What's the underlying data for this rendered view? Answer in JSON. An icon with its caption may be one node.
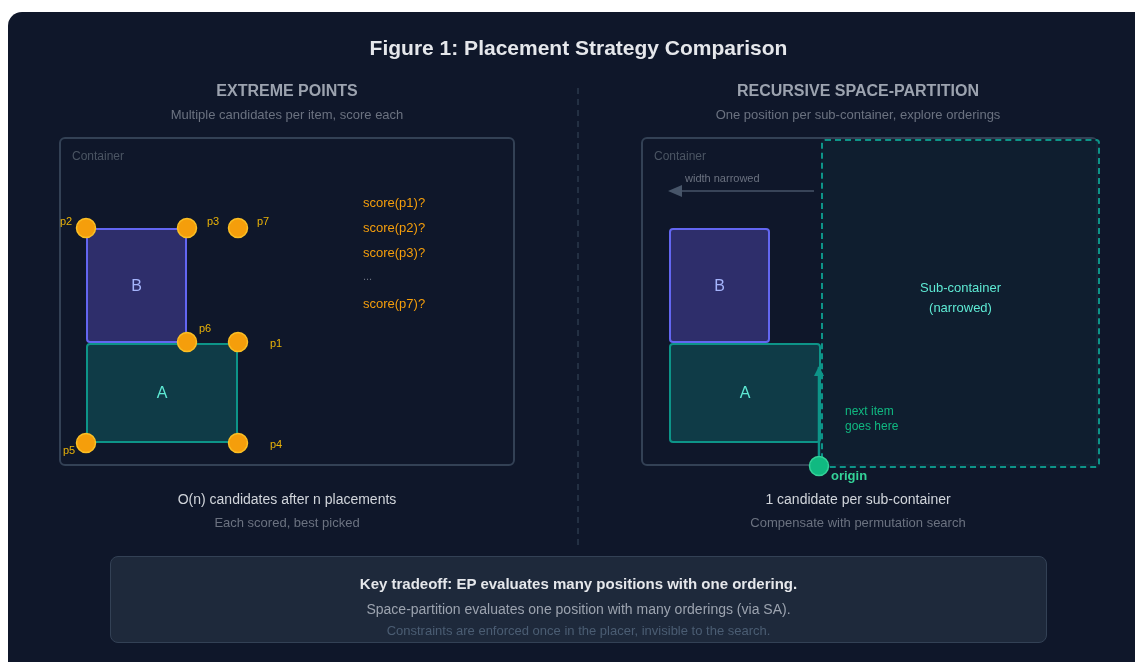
{
  "diagram": {
    "title": "Figure 1: Placement Strategy Comparison",
    "nodes": [
      {
        "text": [
          "Container"
        ]
      },
      {
        "text": [
          "B"
        ],
        "in": 0
      },
      {
        "text": [
          "A"
        ],
        "in": 0
      },
      {
        "text": [],
        "shape": "circle",
        "in": 0,
        "beside": [
          "p2"
        ]
      },
      {
        "text": [],
        "shape": "circle",
        "in": 0,
        "beside": [
          "p3"
        ]
      },
      {
        "text": [],
        "shape": "circle",
        "in": 0,
        "beside": [
          "p7"
        ]
      },
      {
        "text": [],
        "shape": "circle",
        "in": 0,
        "beside": [
          "p6"
        ]
      },
      {
        "text": [],
        "shape": "circle",
        "in": 0,
        "beside": [
          "p1"
        ]
      },
      {
        "text": [],
        "shape": "circle",
        "in": 0,
        "beside": [
          "p5"
        ]
      },
      {
        "text": [],
        "shape": "circle",
        "in": 0,
        "beside": [
          "p4"
        ]
      },
      {
        "text": [
          "Container"
        ]
      },
      {
        "text": [
          "B"
        ],
        "in": 10
      },
      {
        "text": [
          "A"
        ],
        "in": 10
      },
      {
        "text": [
          "Sub-container (narrowed)"
        ],
        "in": 10
      },
      {
        "text": [],
        "shape": "circle",
        "beside": [
          "origin"
        ]
      },
      {
        "text": [
          "Key tradeoff: EP evaluates many positions with one ordering.",
          "Space-partition evaluates one position with many orderings (via SA).",
          "Constraints are enforced once in the placer, invisible to the search."
        ]
      }
    ],
    "edges": [
      {
        "from": 14,
        "to": 12,
        "arrow": "to"
      }
    ],
    "labels": [
      "EXTREME POINTS",
      "RECURSIVE SPACE-PARTITION",
      "Multiple candidates per item, score each",
      "One position per sub-container, explore orderings",
      "width narrowed",
      "score(p1)?",
      "score(p2)?",
      "score(p3)?",
      "...",
      "score(p7)?",
      "next item goes here",
      "O(n) candidates after n placements",
      "1 candidate per sub-container",
      "Each scored, best picked",
      "Compensate with permutation search"
    ]
  }
}
